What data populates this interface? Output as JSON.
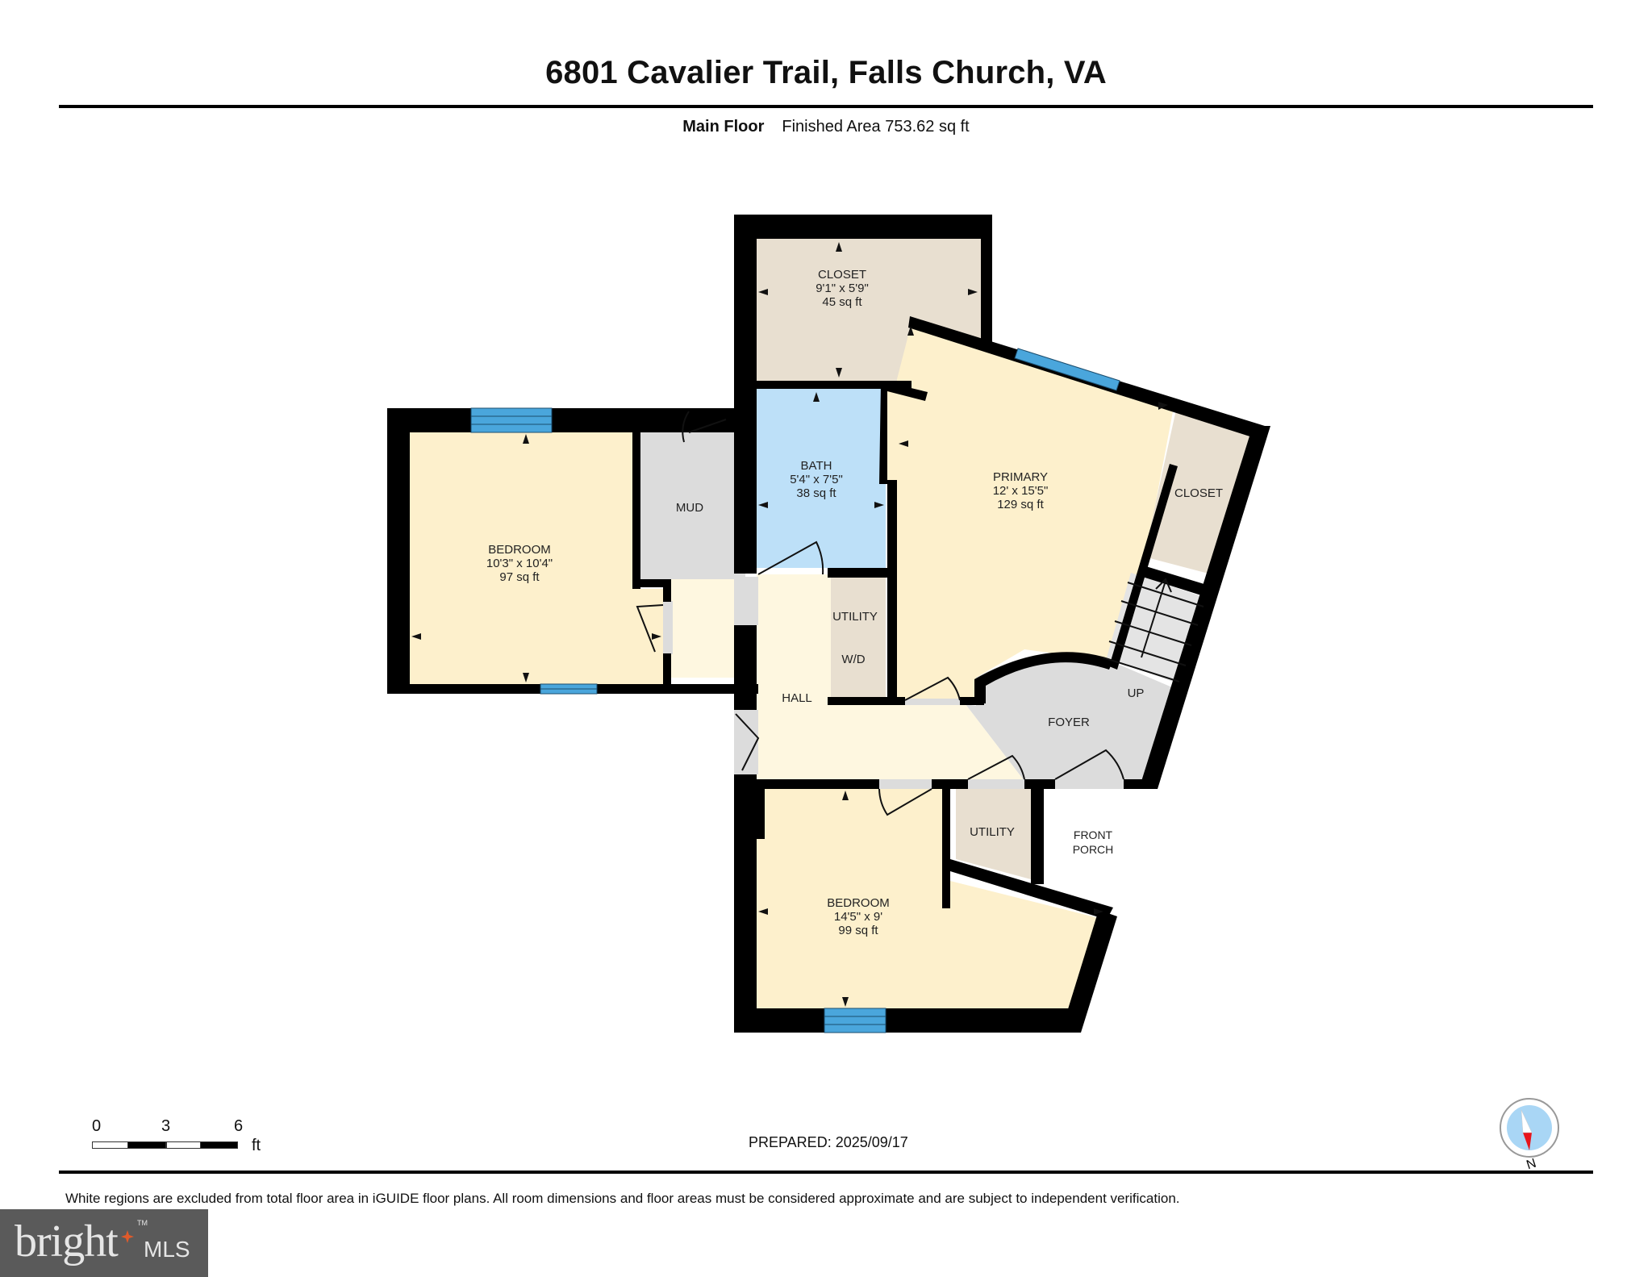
{
  "header": {
    "title": "6801 Cavalier Trail, Falls Church, VA",
    "floor_name": "Main Floor",
    "finished_area": "Finished Area 753.62 sq ft"
  },
  "rooms": {
    "closet_top": {
      "name": "CLOSET",
      "dims": "9'1\" x 5'9\"",
      "area": "45 sq ft",
      "color": "#e8dfd0"
    },
    "bath": {
      "name": "BATH",
      "dims": "5'4\" x 7'5\"",
      "area": "38 sq ft",
      "color": "#bde0f8"
    },
    "primary": {
      "name": "PRIMARY",
      "dims": "12' x 15'5\"",
      "area": "129 sq ft",
      "color": "#fdf0cc"
    },
    "closet_primary": {
      "name": "CLOSET",
      "color": "#e8dfd0"
    },
    "bedroom_left": {
      "name": "BEDROOM",
      "dims": "10'3\" x 10'4\"",
      "area": "97 sq ft",
      "color": "#fdf0cc"
    },
    "mud": {
      "name": "MUD",
      "color": "#dcdcdc"
    },
    "utility_wd": {
      "name": "UTILITY",
      "sub": "W/D",
      "color": "#e8dfd0"
    },
    "hall": {
      "name": "HALL",
      "color": "#fef7e0"
    },
    "foyer": {
      "name": "FOYER",
      "stairs_label": "UP",
      "color": "#dcdcdc"
    },
    "utility_small": {
      "name": "UTILITY",
      "color": "#e8dfd0"
    },
    "front_porch": {
      "name_line1": "FRONT",
      "name_line2": "PORCH",
      "color": "#ffffff"
    },
    "bedroom_bottom": {
      "name": "BEDROOM",
      "dims": "14'5\" x 9'",
      "area": "99 sq ft",
      "color": "#fdf0cc"
    }
  },
  "colors": {
    "wall": "#000000",
    "window": "#4aa6dc",
    "door_opening": "#dcdcdc",
    "compass_disc": "#a9d6f5",
    "compass_needle": "#e8141b"
  },
  "scale_bar": {
    "labels": [
      "0",
      "3",
      "6"
    ],
    "unit": "ft"
  },
  "footer": {
    "prepared": "PREPARED: 2025/09/17",
    "compass_label": "N",
    "disclaimer": "White regions are excluded from total floor area in iGUIDE floor plans. All room dimensions and floor areas must be considered approximate and are subject to independent verification."
  },
  "logo": {
    "brand": "bright",
    "suffix": "MLS",
    "tm": "TM"
  }
}
